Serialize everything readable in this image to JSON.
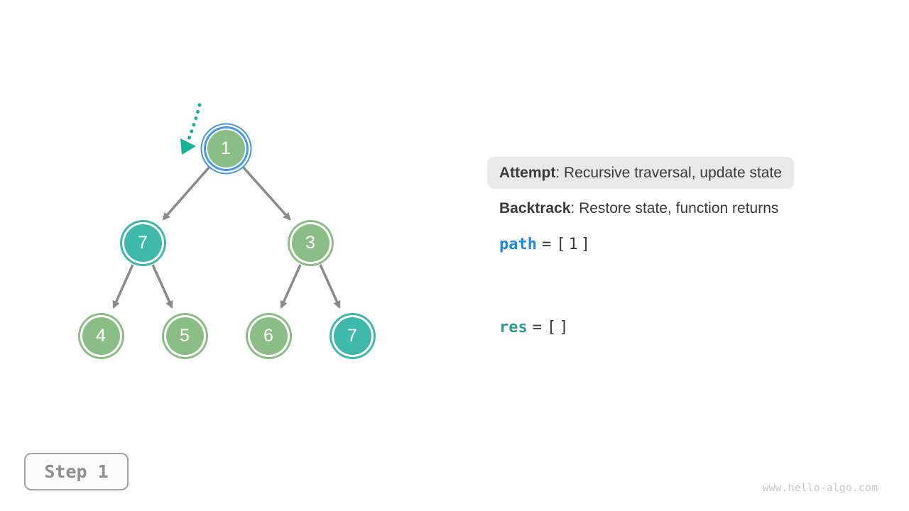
{
  "tree": {
    "nodes": [
      {
        "value": "1",
        "state": "current"
      },
      {
        "value": "7",
        "state": "teal"
      },
      {
        "value": "3",
        "state": "green"
      },
      {
        "value": "4",
        "state": "green"
      },
      {
        "value": "5",
        "state": "green"
      },
      {
        "value": "6",
        "state": "green"
      },
      {
        "value": "7",
        "state": "teal"
      }
    ]
  },
  "legend": {
    "attempt_label": "Attempt",
    "attempt_desc": ": Recursive traversal, update state",
    "backtrack_label": "Backtrack",
    "backtrack_desc": ": Restore state, function returns"
  },
  "state": {
    "path_var": "path",
    "equals": "=",
    "path_value": "[1]",
    "res_var": "res",
    "res_value": "[]"
  },
  "step_badge": "Step 1",
  "watermark": "www.hello-algo.com",
  "colors": {
    "node_green": "#8BBE84",
    "node_teal": "#3FB8AC",
    "current_ring_blue": "#4796E7",
    "edge_gray": "#8A8A8A",
    "pointer_teal": "#14B299",
    "path_blue": "#1E88E5",
    "res_teal": "#2F9B8B",
    "text_dark": "#3A3A3A",
    "attempt_box_bg": "#E9E9E9",
    "step_text_gray": "#8E8E8E"
  }
}
